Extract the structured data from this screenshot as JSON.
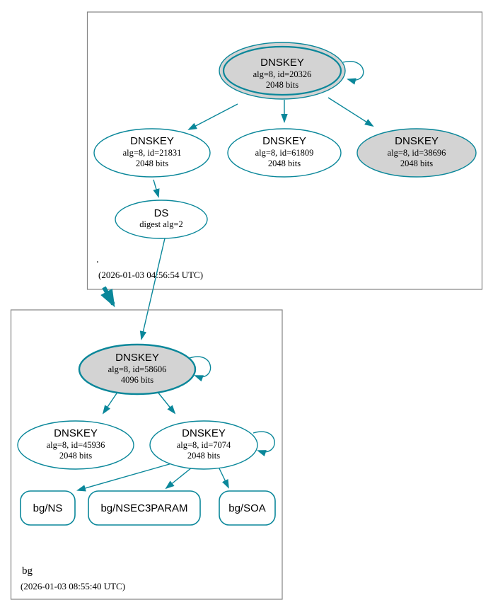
{
  "colors": {
    "secure": "#0a879a",
    "ksk_fill": "#d3d3d3",
    "node_fill": "#ffffff",
    "box_border": "#848484",
    "text": "#000000"
  },
  "diagram_type": "dnssec-authentication-chain",
  "zones": [
    {
      "name": ".",
      "timestamp": "(2026-01-03 04:56:54 UTC)",
      "nodes": {
        "ksk": {
          "title": "DNSKEY",
          "alg": "alg=8, id=20326",
          "bits": "2048 bits"
        },
        "zsk1": {
          "title": "DNSKEY",
          "alg": "alg=8, id=21831",
          "bits": "2048 bits"
        },
        "zsk2": {
          "title": "DNSKEY",
          "alg": "alg=8, id=61809",
          "bits": "2048 bits"
        },
        "zsk3": {
          "title": "DNSKEY",
          "alg": "alg=8, id=38696",
          "bits": "2048 bits"
        },
        "ds": {
          "title": "DS",
          "digest": "digest alg=2"
        }
      }
    },
    {
      "name": "bg",
      "timestamp": "(2026-01-03 08:55:40 UTC)",
      "nodes": {
        "ksk": {
          "title": "DNSKEY",
          "alg": "alg=8, id=58606",
          "bits": "4096 bits"
        },
        "zsk1": {
          "title": "DNSKEY",
          "alg": "alg=8, id=45936",
          "bits": "2048 bits"
        },
        "zsk2": {
          "title": "DNSKEY",
          "alg": "alg=8, id=7074",
          "bits": "2048 bits"
        }
      },
      "rrsets": [
        {
          "label": "bg/NS"
        },
        {
          "label": "bg/NSEC3PARAM"
        },
        {
          "label": "bg/SOA"
        }
      ]
    }
  ],
  "edges": [
    {
      "from": "./DNSKEY id=20326",
      "to": "./DNSKEY id=20326",
      "relation": "self-signs"
    },
    {
      "from": "./DNSKEY id=20326",
      "to": "./DNSKEY id=21831",
      "relation": "signs"
    },
    {
      "from": "./DNSKEY id=20326",
      "to": "./DNSKEY id=61809",
      "relation": "signs"
    },
    {
      "from": "./DNSKEY id=20326",
      "to": "./DNSKEY id=38696",
      "relation": "signs"
    },
    {
      "from": "./DNSKEY id=21831",
      "to": "./DS digest alg=2",
      "relation": "signs"
    },
    {
      "from": "./DS digest alg=2",
      "to": "bg/DNSKEY id=58606",
      "relation": "authenticates"
    },
    {
      "from": "zone .",
      "to": "zone bg",
      "relation": "delegation"
    },
    {
      "from": "bg/DNSKEY id=58606",
      "to": "bg/DNSKEY id=58606",
      "relation": "self-signs"
    },
    {
      "from": "bg/DNSKEY id=58606",
      "to": "bg/DNSKEY id=45936",
      "relation": "signs"
    },
    {
      "from": "bg/DNSKEY id=58606",
      "to": "bg/DNSKEY id=7074",
      "relation": "signs"
    },
    {
      "from": "bg/DNSKEY id=7074",
      "to": "bg/DNSKEY id=7074",
      "relation": "self-signs"
    },
    {
      "from": "bg/DNSKEY id=7074",
      "to": "bg/NS",
      "relation": "signs"
    },
    {
      "from": "bg/DNSKEY id=7074",
      "to": "bg/NSEC3PARAM",
      "relation": "signs"
    },
    {
      "from": "bg/DNSKEY id=7074",
      "to": "bg/SOA",
      "relation": "signs"
    }
  ]
}
